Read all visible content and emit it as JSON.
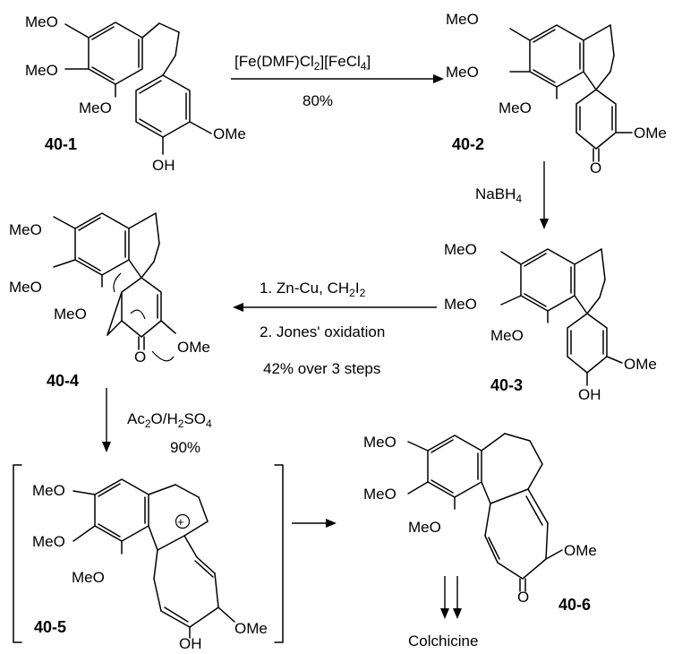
{
  "compounds": {
    "c1": "40-1",
    "c2": "40-2",
    "c3": "40-3",
    "c4": "40-4",
    "c5": "40-5",
    "c6": "40-6",
    "final": "Colchicine"
  },
  "substituents": {
    "meo": "MeO",
    "ome": "OMe",
    "oh": "OH",
    "o": "O",
    "plus": "+"
  },
  "steps": {
    "step1": {
      "reagent": "[Fe(DMF)Cl2][FeCl4]",
      "yield": "80%"
    },
    "step2": {
      "reagent": "NaBH4"
    },
    "step3": {
      "line1": "1. Zn-Cu, CH2I2",
      "line2": "2. Jones' oxidation",
      "yield": "42% over 3 steps"
    },
    "step4": {
      "reagent": "Ac2O/H2SO4",
      "yield": "90%"
    }
  }
}
